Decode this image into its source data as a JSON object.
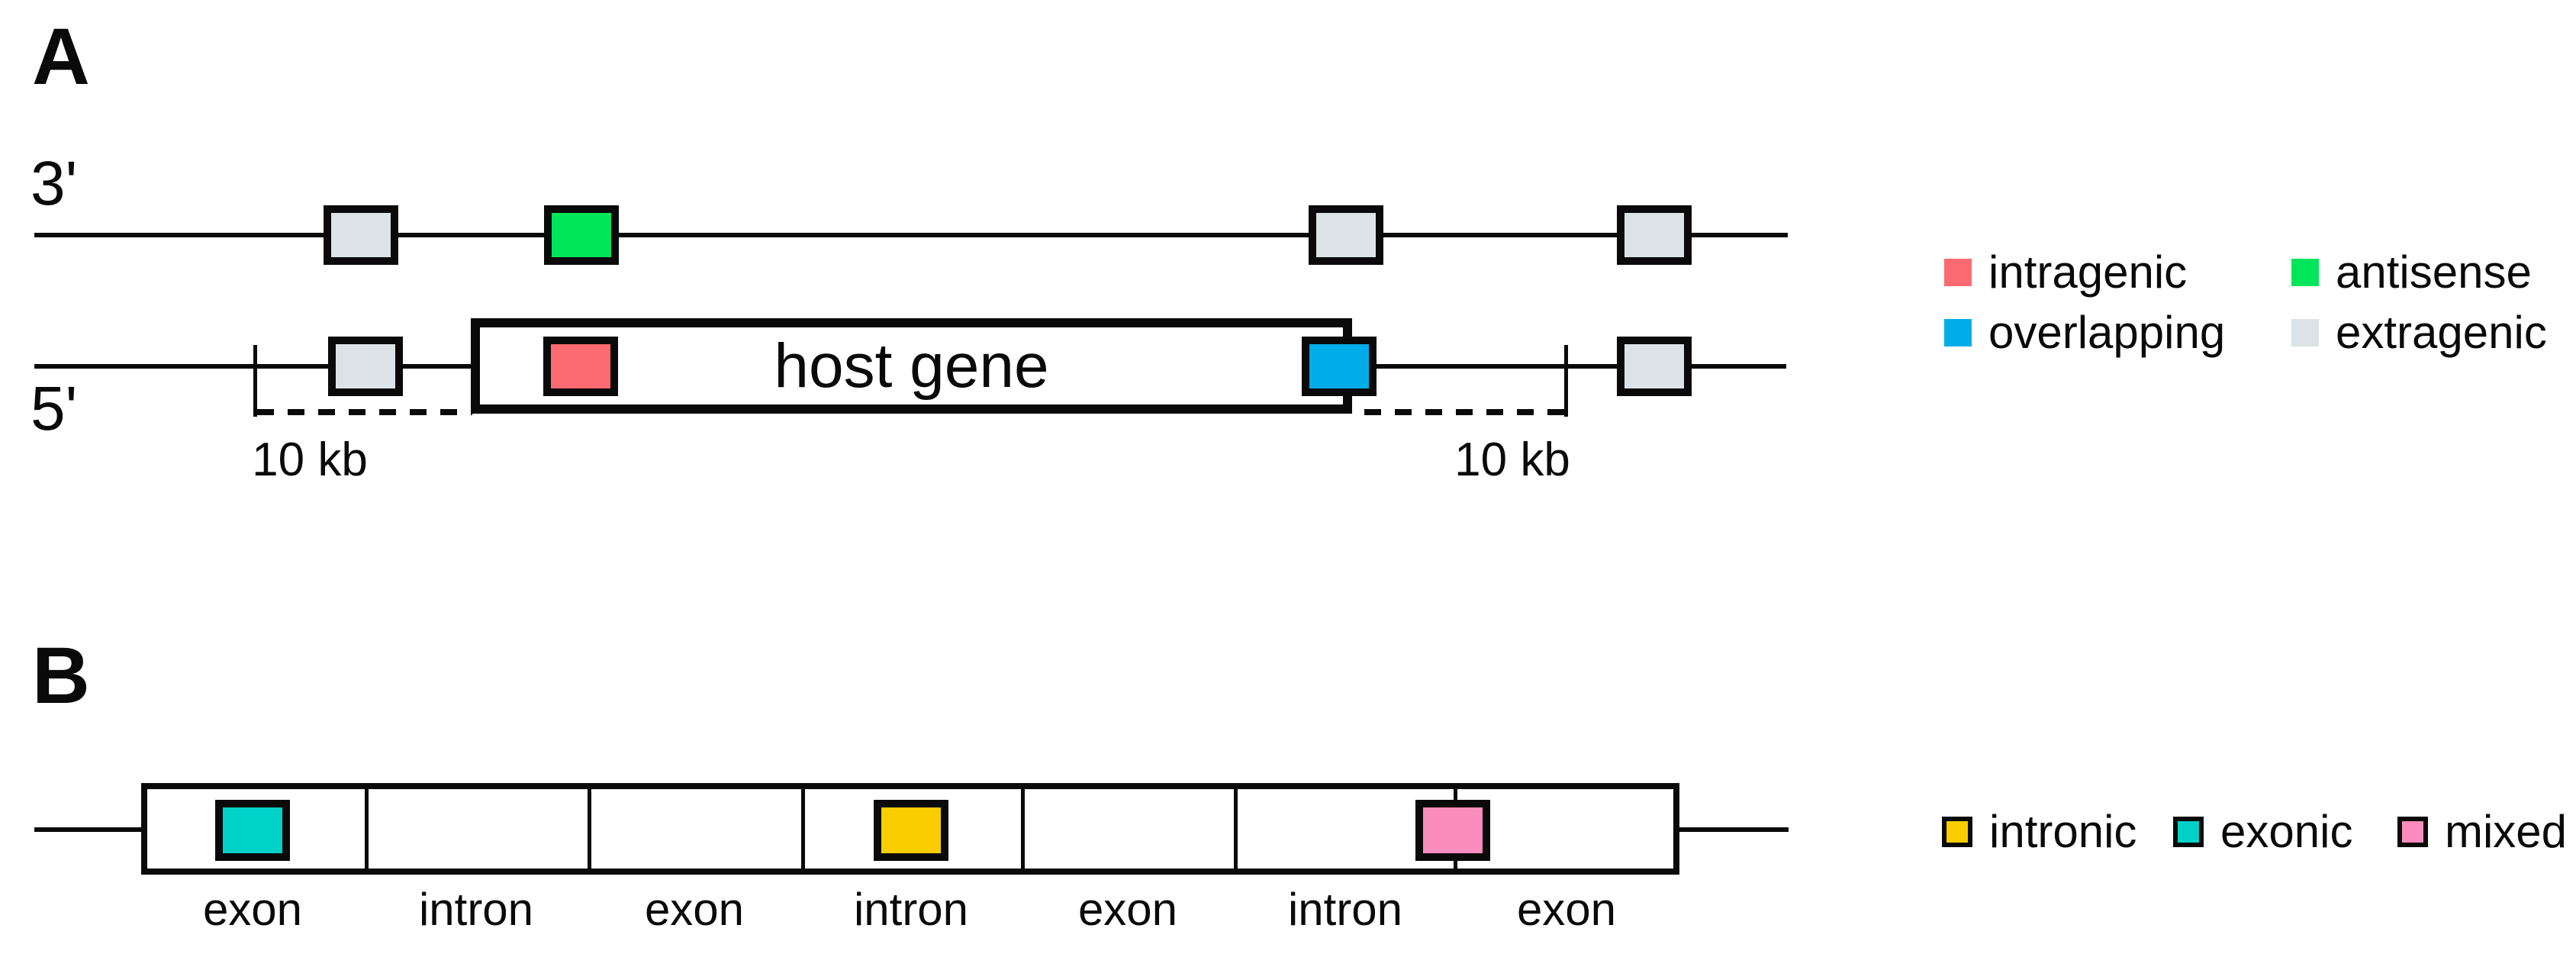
{
  "panel_a": {
    "label": "A",
    "strand_top": "3'",
    "strand_bottom": "5'",
    "host_gene_label": "host gene",
    "scale_left": "10 kb",
    "scale_right": "10 kb",
    "legend": [
      {
        "label": "intragenic",
        "color": "#FA6A70"
      },
      {
        "label": "antisense",
        "color": "#00E65A"
      },
      {
        "label": "overlapping",
        "color": "#00ADE8"
      },
      {
        "label": "extragenic",
        "color": "#DCE3E6"
      }
    ]
  },
  "panel_b": {
    "label": "B",
    "segments": [
      "exon",
      "intron",
      "exon",
      "intron",
      "exon",
      "intron",
      "exon"
    ],
    "legend": [
      {
        "label": "intronic",
        "color": "#FACD00"
      },
      {
        "label": "exonic",
        "color": "#00D2C8"
      },
      {
        "label": "mixed",
        "color": "#FA8CBE"
      }
    ]
  }
}
